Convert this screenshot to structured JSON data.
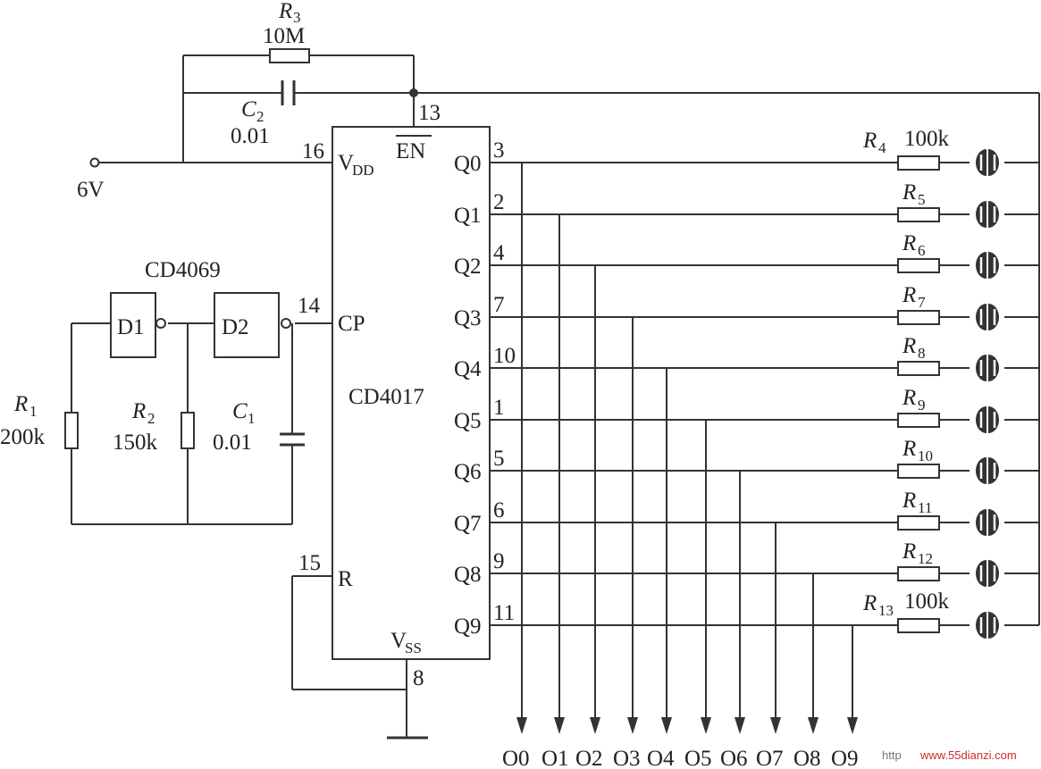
{
  "title": "",
  "supply": {
    "label": "6V"
  },
  "r3": {
    "ref": "R",
    "sub": "3",
    "value": "10M"
  },
  "c2": {
    "ref": "C",
    "sub": "2",
    "value": "0.01"
  },
  "gate_chip": {
    "label": "CD4069",
    "d1": "D1",
    "d2": "D2"
  },
  "r1": {
    "ref": "R",
    "sub": "1",
    "value": "200k"
  },
  "r2": {
    "ref": "R",
    "sub": "2",
    "value": "150k"
  },
  "c1": {
    "ref": "C",
    "sub": "1",
    "value": "0.01"
  },
  "counter": {
    "label": "CD4017",
    "vdd": {
      "main": "V",
      "sub": "DD",
      "pin": "16"
    },
    "en": {
      "label": "EN",
      "pin": "13"
    },
    "cp": {
      "label": "CP",
      "pin": "14"
    },
    "r": {
      "label": "R",
      "pin": "15"
    },
    "vss": {
      "main": "V",
      "sub": "SS",
      "pin": "8"
    }
  },
  "outputs": [
    {
      "label": "Q0",
      "pin": "3",
      "res_ref": "R",
      "res_sub": "4",
      "res_val": "100k",
      "bus": "O0"
    },
    {
      "label": "Q1",
      "pin": "2",
      "res_ref": "R",
      "res_sub": "5",
      "res_val": "",
      "bus": "O1"
    },
    {
      "label": "Q2",
      "pin": "4",
      "res_ref": "R",
      "res_sub": "6",
      "res_val": "",
      "bus": "O2"
    },
    {
      "label": "Q3",
      "pin": "7",
      "res_ref": "R",
      "res_sub": "7",
      "res_val": "",
      "bus": "O3"
    },
    {
      "label": "Q4",
      "pin": "10",
      "res_ref": "R",
      "res_sub": "8",
      "res_val": "",
      "bus": "O4"
    },
    {
      "label": "Q5",
      "pin": "1",
      "res_ref": "R",
      "res_sub": "9",
      "res_val": "",
      "bus": "O5"
    },
    {
      "label": "Q6",
      "pin": "5",
      "res_ref": "R",
      "res_sub": "10",
      "res_val": "",
      "bus": "O6"
    },
    {
      "label": "Q7",
      "pin": "6",
      "res_ref": "R",
      "res_sub": "11",
      "res_val": "",
      "bus": "O7"
    },
    {
      "label": "Q8",
      "pin": "9",
      "res_ref": "R",
      "res_sub": "12",
      "res_val": "",
      "bus": "O8"
    },
    {
      "label": "Q9",
      "pin": "11",
      "res_ref": "R",
      "res_sub": "13",
      "res_val": "100k",
      "bus": "O9"
    }
  ],
  "watermark": {
    "prefix": "http",
    "site": "www.55dianzi.com"
  }
}
